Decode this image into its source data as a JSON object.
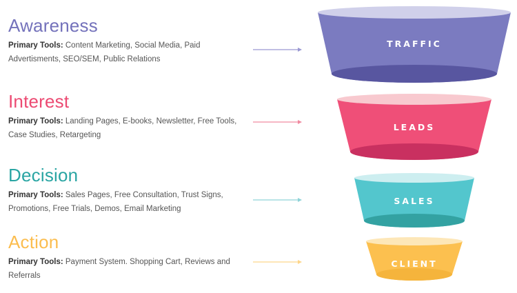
{
  "tools_label": "Primary Tools:",
  "stages": [
    {
      "title": "Awareness",
      "tools": "Content Marketing, Social Media, Paid Advertisments, SEO/SEM, Public Relations",
      "funnel_label": "TRAFFIC",
      "color": "#7472bb"
    },
    {
      "title": "Interest",
      "tools": "Landing Pages, E-books, Newsletter, Free Tools, Case Studies, Retargeting",
      "funnel_label": "LEADS",
      "color": "#ec4a72"
    },
    {
      "title": "Decision",
      "tools": "Sales Pages, Free Consultation, Trust Signs, Promotions, Free Trials, Demos, Email Marketing",
      "funnel_label": "SALES",
      "color": "#2aa5a3"
    },
    {
      "title": "Action",
      "tools": "Payment System. Shopping Cart, Reviews and Referrals",
      "funnel_label": "CLIENT",
      "color": "#fbbd4f"
    }
  ]
}
